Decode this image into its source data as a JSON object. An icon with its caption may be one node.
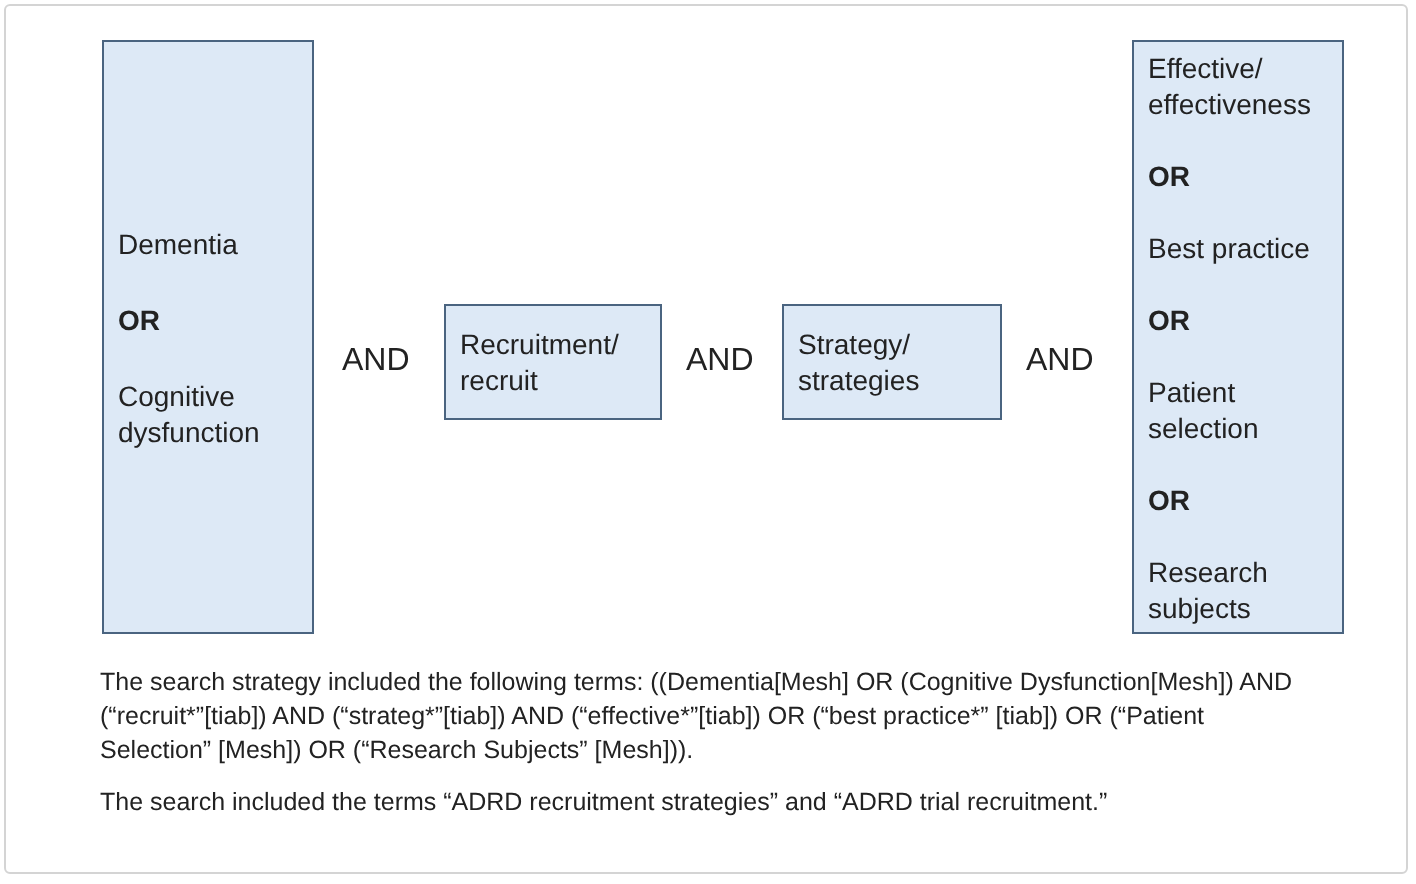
{
  "diagram": {
    "nodes": [
      {
        "text": [
          "Dementia",
          "OR",
          "Cognitive dysfunction"
        ]
      },
      {
        "text": [
          "Recruitment/ recruit"
        ]
      },
      {
        "text": [
          "Strategy/ strategies"
        ]
      },
      {
        "text": [
          "Effective/ effectiveness",
          "OR",
          "Best practice",
          "OR",
          "Patient selection",
          "OR",
          "Research subjects"
        ]
      }
    ],
    "labels": [
      "AND",
      "AND",
      "AND",
      "The search strategy included the following terms: ((Dementia[Mesh] OR (Cognitive Dysfunction[Mesh]) AND (“recruit*”[tiab]) AND (“strateg*”[tiab]) AND (“effective*”[tiab]) OR (“best practice*” [tiab]) OR (“Patient Selection” [Mesh]) OR (“Research Subjects” [Mesh])).",
      "The search included the terms “ADRD recruitment strategies” and “ADRD trial recruitment.”"
    ]
  }
}
